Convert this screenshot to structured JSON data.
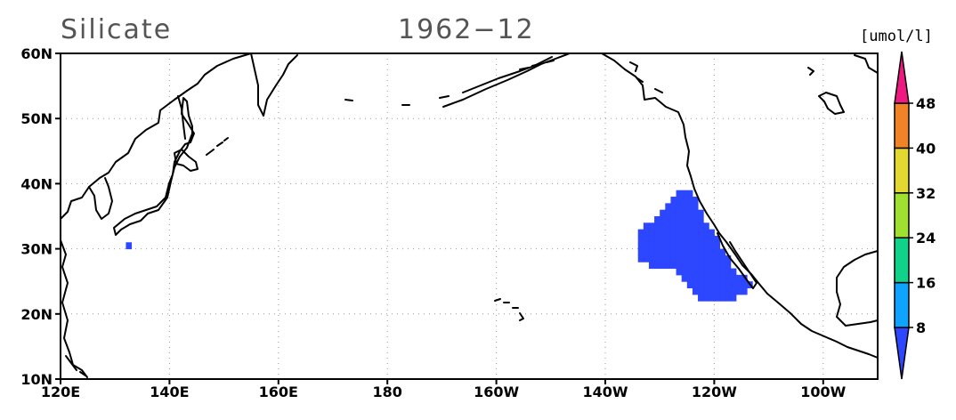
{
  "map": {
    "title": "Silicate",
    "date": "1962−12",
    "lon_range": [
      120,
      270
    ],
    "lat_range": [
      10,
      60
    ],
    "lat_ticks": [
      {
        "value": 60,
        "label": "60N"
      },
      {
        "value": 50,
        "label": "50N"
      },
      {
        "value": 40,
        "label": "40N"
      },
      {
        "value": 30,
        "label": "30N"
      },
      {
        "value": 20,
        "label": "20N"
      },
      {
        "value": 10,
        "label": "10N"
      }
    ],
    "lon_ticks": [
      {
        "value": 120,
        "label": "120E"
      },
      {
        "value": 140,
        "label": "140E"
      },
      {
        "value": 160,
        "label": "160E"
      },
      {
        "value": 180,
        "label": "180"
      },
      {
        "value": 200,
        "label": "160W"
      },
      {
        "value": 220,
        "label": "140W"
      },
      {
        "value": 240,
        "label": "120W"
      },
      {
        "value": 260,
        "label": "100W"
      }
    ],
    "grid": "dotted",
    "cell_color": "#2d46ff",
    "cell_size_deg": 1,
    "isolated_cells": [
      [
        132.5,
        30.5
      ]
    ],
    "data_region_rows": [
      {
        "lat": 38.5,
        "lon_from": 233.5,
        "lon_to": 235.5
      },
      {
        "lat": 37.5,
        "lon_from": 232.5,
        "lon_to": 236.5
      },
      {
        "lat": 36.5,
        "lon_from": 231.5,
        "lon_to": 236.5
      },
      {
        "lat": 35.5,
        "lon_from": 230.5,
        "lon_to": 237.5
      },
      {
        "lat": 34.5,
        "lon_from": 229.5,
        "lon_to": 237.5
      },
      {
        "lat": 33.5,
        "lon_from": 227.5,
        "lon_to": 238.5
      },
      {
        "lat": 32.5,
        "lon_from": 226.5,
        "lon_to": 239.5
      },
      {
        "lat": 31.5,
        "lon_from": 226.5,
        "lon_to": 240.5
      },
      {
        "lat": 30.5,
        "lon_from": 226.5,
        "lon_to": 240.5
      },
      {
        "lat": 29.5,
        "lon_from": 226.5,
        "lon_to": 241.5
      },
      {
        "lat": 28.5,
        "lon_from": 226.5,
        "lon_to": 242.5
      },
      {
        "lat": 27.5,
        "lon_from": 228.5,
        "lon_to": 242.5
      },
      {
        "lat": 26.5,
        "lon_from": 233.5,
        "lon_to": 243.5
      },
      {
        "lat": 25.5,
        "lon_from": 234.5,
        "lon_to": 245.5
      },
      {
        "lat": 24.5,
        "lon_from": 235.5,
        "lon_to": 246.5
      },
      {
        "lat": 23.5,
        "lon_from": 236.5,
        "lon_to": 245.5
      },
      {
        "lat": 22.5,
        "lon_from": 237.5,
        "lon_to": 243.5
      }
    ]
  },
  "colorbar": {
    "unit": "[umol/l]",
    "labels": [
      "8",
      "16",
      "24",
      "32",
      "40",
      "48"
    ],
    "colors": [
      "#2d46ff",
      "#0da3ff",
      "#10d28a",
      "#a0e030",
      "#e3d832",
      "#f08228",
      "#ee1a82"
    ]
  }
}
